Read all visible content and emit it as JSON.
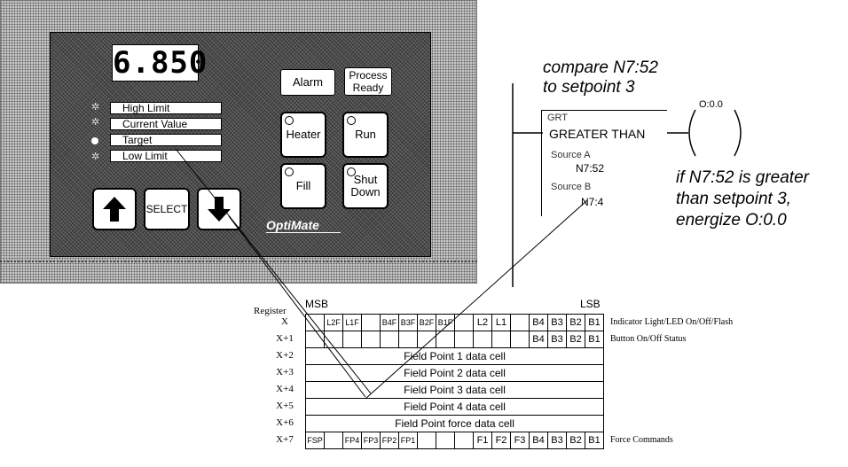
{
  "panel": {
    "display_value": "6.850",
    "indicators": [
      "High Limit",
      "Current Value",
      "Target",
      "Low Limit"
    ],
    "alarm_label": "Alarm",
    "process_ready_label": "Process Ready",
    "heater_label": "Heater",
    "run_label": "Run",
    "fill_label": "Fill",
    "shutdown_label": "Shut Down",
    "select_label": "SELECT",
    "logo": "OptiMate"
  },
  "ladder": {
    "comment_line1": "compare N7:52",
    "comment_line2": "to setpoint 3",
    "block_tag": "GRT",
    "block_title": "GREATER THAN",
    "source_a_label": "Source A",
    "source_a_value": "N7:52",
    "source_b_label": "Source B",
    "source_b_value": "N7:4",
    "coil_address": "O:0.0",
    "note_line1": "if N7:52 is greater",
    "note_line2": "than setpoint 3,",
    "note_line3": "energize O:0.0"
  },
  "register": {
    "header": "Register",
    "msb": "MSB",
    "lsb": "LSB",
    "rows": [
      {
        "label": "X",
        "note": "Indicator Light/LED On/Off/Flash",
        "bits": [
          "",
          "L2F",
          "L1F",
          "",
          "B4F",
          "B3F",
          "B2F",
          "B1F",
          "",
          "L2",
          "L1",
          "",
          "B4",
          "B3",
          "B2",
          "B1"
        ]
      },
      {
        "label": "X+1",
        "note": "Button On/Off Status",
        "bits": [
          "",
          "",
          "",
          "",
          "",
          "",
          "",
          "",
          "",
          "",
          "",
          "",
          "B4",
          "B3",
          "B2",
          "B1"
        ]
      },
      {
        "label": "X+2",
        "span": "Field Point 1 data cell"
      },
      {
        "label": "X+3",
        "span": "Field Point 2 data cell"
      },
      {
        "label": "X+4",
        "span": "Field Point 3 data cell"
      },
      {
        "label": "X+5",
        "span": "Field Point 4 data cell"
      },
      {
        "label": "X+6",
        "span": "Field Point force data cell"
      },
      {
        "label": "X+7",
        "note": "Force Commands",
        "bits": [
          "FSP",
          "",
          "FP4",
          "FP3",
          "FP2",
          "FP1",
          "",
          "",
          "",
          "F1",
          "F2",
          "F3",
          "B4",
          "B3",
          "B2",
          "B1"
        ]
      }
    ]
  }
}
